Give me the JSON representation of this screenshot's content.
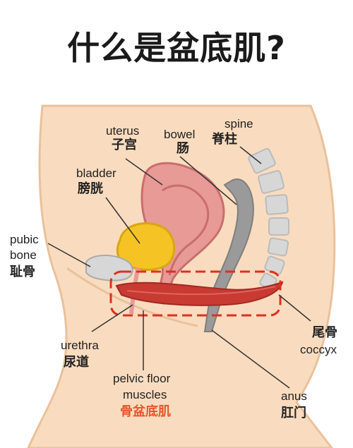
{
  "title": "什么是盆底肌?",
  "labels": {
    "uterus_en": "uterus",
    "uterus_cn": "子宫",
    "bowel_en": "bowel",
    "bowel_cn": "肠",
    "spine_en": "spine",
    "spine_cn": "脊柱",
    "bladder_en": "bladder",
    "bladder_cn": "膀胱",
    "pubic_en_1": "pubic",
    "pubic_en_2": "bone",
    "pubic_cn": "耻骨",
    "urethra_en": "urethra",
    "urethra_cn": "尿道",
    "pelvic_en_1": "pelvic floor",
    "pelvic_en_2": "muscles",
    "pelvic_cn": "骨盆底肌",
    "coccyx_cn": "尾骨",
    "coccyx_en": "coccyx",
    "anus_en": "anus",
    "anus_cn": "肛门"
  },
  "colors": {
    "skin": "#f9dcbf",
    "skin_outline": "#e9c19c",
    "uterus": "#e79a96",
    "uterus_dark": "#c96e6c",
    "bladder": "#f5c324",
    "bowel": "#9a9a9a",
    "bone": "#d7d7d7",
    "muscle": "#c83a32",
    "dashed": "#e02f1e",
    "highlight": "#e8542a"
  }
}
